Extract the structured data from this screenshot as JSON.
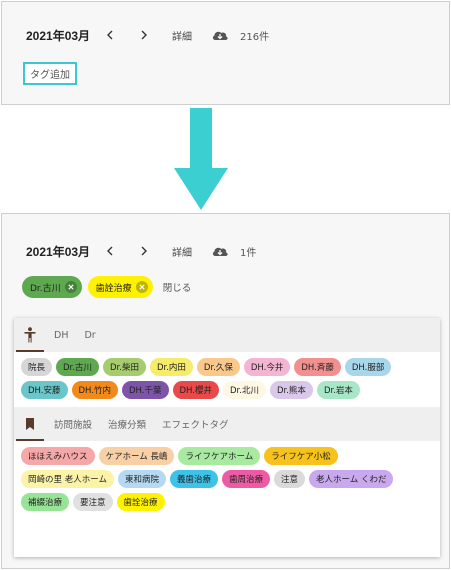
{
  "top": {
    "month": "2021年03月",
    "detail": "詳細",
    "count": "216件",
    "tag_add": "タグ追加"
  },
  "bottom": {
    "month": "2021年03月",
    "detail": "詳細",
    "count": "1件",
    "selected": [
      {
        "label": "Dr.古川",
        "color": "#5ea94f"
      },
      {
        "label": "歯詮治療",
        "color": "#fff200"
      }
    ],
    "close": "閉じる",
    "staff_tabs": [
      "DH",
      "Dr"
    ],
    "staff_chips": [
      {
        "label": "院長",
        "color": "#d6d6d6"
      },
      {
        "label": "Dr.古川",
        "color": "#5ea94f"
      },
      {
        "label": "Dr.柴田",
        "color": "#a6cc6e"
      },
      {
        "label": "Dr.内田",
        "color": "#f6ec6a"
      },
      {
        "label": "Dr.久保",
        "color": "#f9c98b"
      },
      {
        "label": "DH.今井",
        "color": "#f3b5d2"
      },
      {
        "label": "DH.斉藤",
        "color": "#f28f8f"
      },
      {
        "label": "DH.服部",
        "color": "#a8d6ea"
      },
      {
        "label": "DH.安藤",
        "color": "#6ac6c9"
      },
      {
        "label": "DH.竹内",
        "color": "#f28a1b"
      },
      {
        "label": "DH.千葉",
        "color": "#7e54a8"
      },
      {
        "label": "DH.櫻井",
        "color": "#e84a4a"
      },
      {
        "label": "Dr.北川",
        "color": "#fdf7e4"
      },
      {
        "label": "Dr.熊本",
        "color": "#d9c8ea"
      },
      {
        "label": "Dr.岩本",
        "color": "#a8e6c8"
      }
    ],
    "category_tabs": [
      "訪問施設",
      "治療分類",
      "エフェクトタグ"
    ],
    "place_chips": [
      {
        "label": "ほほえみハウス",
        "color": "#f6a8a8"
      },
      {
        "label": "ケアホーム 長嶋",
        "color": "#f9cfa6"
      },
      {
        "label": "ライフケアホーム",
        "color": "#a8eaa0"
      },
      {
        "label": "ライフケア小松",
        "color": "#f6c21b"
      },
      {
        "label": "岡崎の里 老人ホーム",
        "color": "#fbf3a8"
      },
      {
        "label": "東和病院",
        "color": "#b6d9f2"
      },
      {
        "label": "義歯治療",
        "color": "#3ec3e8"
      },
      {
        "label": "歯周治療",
        "color": "#ef5aa6"
      },
      {
        "label": "注意",
        "color": "#dadada"
      },
      {
        "label": "老人ホーム くわだ",
        "color": "#c9a8ee"
      },
      {
        "label": "補綴治療",
        "color": "#98e496"
      },
      {
        "label": "要注意",
        "color": "#e0e0e0"
      },
      {
        "label": "歯詮治療",
        "color": "#fff200"
      }
    ]
  },
  "colors": {
    "accent": "#3cc8cf",
    "arrow": "#3ccfd2",
    "tab_icon": "#5a3a2a"
  }
}
